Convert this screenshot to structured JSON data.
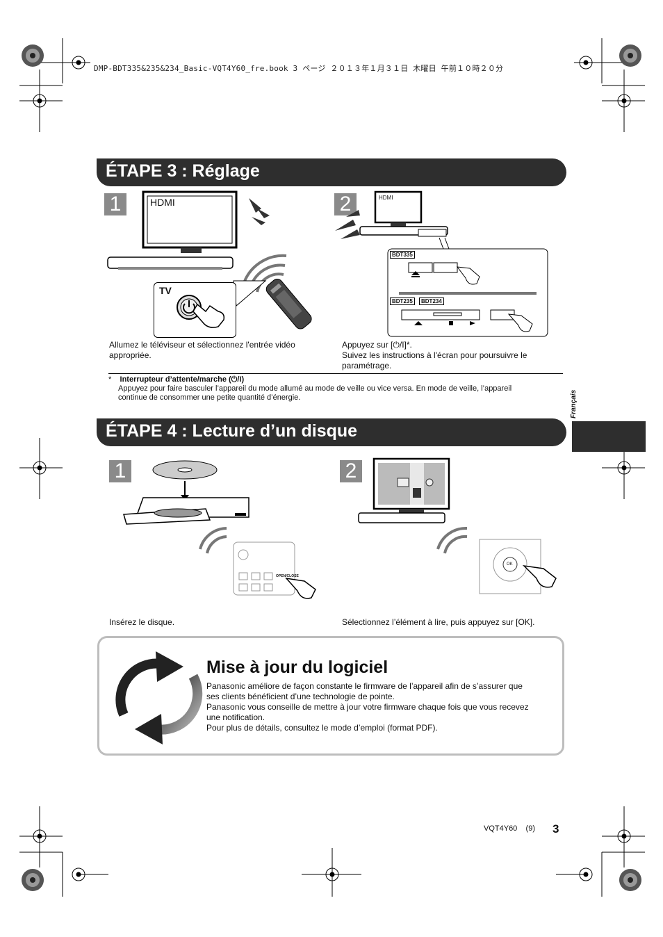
{
  "header": {
    "bookline": "DMP-BDT335&235&234_Basic-VQT4Y60_fre.book  3 ページ  ２０１３年１月３１日  木曜日  午前１０時２０分"
  },
  "step3": {
    "title": "ÉTAPE 3 : Réglage",
    "num1": "1",
    "num2": "2",
    "tv_input_label": "HDMI",
    "tv_input_label_small": "HDMI",
    "tv_button_label": "TV",
    "model_bdt335": "BDT335",
    "model_bdt235": "BDT235",
    "model_bdt234": "BDT234",
    "caption1_line1": "Allumez le téléviseur et sélectionnez l'entrée vidéo",
    "caption1_line2": "appropriée.",
    "caption2_line1": "Appuyez sur [⏻/I]*.",
    "caption2_line2": "Suivez les instructions à l'écran pour poursuivre le",
    "caption2_line3": "paramétrage.",
    "note_marker": "*",
    "note_title": "Interrupteur d’attente/marche (⏻/I)",
    "note_line1": "Appuyez pour faire basculer l’appareil du mode allumé au mode de veille ou vice versa. En mode de veille, l’appareil",
    "note_line2": "continue de consommer une petite quantité d’énergie."
  },
  "side_label": "Français",
  "step4": {
    "title": "ÉTAPE 4 : Lecture d’un disque",
    "num1": "1",
    "num2": "2",
    "caption1": "Insérez le disque.",
    "caption2": "Sélectionnez l’élément à lire, puis appuyez sur [OK].",
    "remote_open_close": "OPEN/CLOSE",
    "remote_ok": "OK"
  },
  "update": {
    "title": "Mise à jour du logiciel",
    "line1": "Panasonic améliore de façon constante le firmware de l’appareil afin de s’assurer que",
    "line2": "ses clients bénéficient d’une technologie de pointe.",
    "line3": "Panasonic vous conseille de mettre à jour votre firmware chaque fois que vous recevez",
    "line4": "une notification.",
    "line5": "Pour plus de détails, consultez le mode d’emploi (format PDF)."
  },
  "footer": {
    "code": "VQT4Y60",
    "subpage": "(9)",
    "page": "3"
  }
}
